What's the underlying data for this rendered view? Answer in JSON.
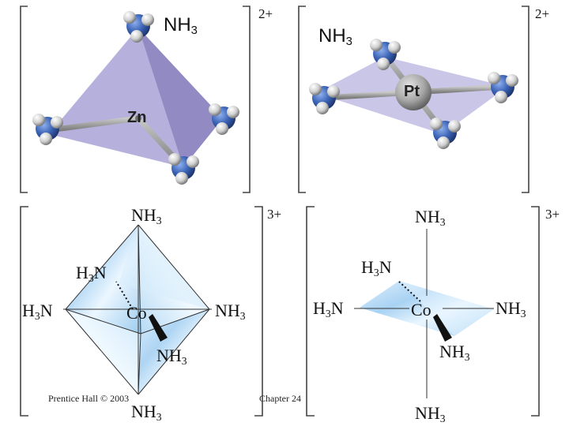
{
  "panels": {
    "tetrahedral": {
      "metal": "Zn",
      "ligand_top": {
        "main": "NH",
        "sub": "3"
      },
      "charge": "2+"
    },
    "square_planar": {
      "metal": "Pt",
      "ligand_topleft": {
        "main": "NH",
        "sub": "3"
      },
      "charge": "2+"
    },
    "octahedral_left": {
      "metal": "Co",
      "top": {
        "main": "NH",
        "sub": "3"
      },
      "back_left": {
        "pre": "H",
        "sub": "3",
        "post": "N"
      },
      "left": {
        "pre": "H",
        "sub": "3",
        "post": "N"
      },
      "right": {
        "main": "NH",
        "sub": "3"
      },
      "front": {
        "main": "NH",
        "sub": "3"
      },
      "bottom": {
        "main": "NH",
        "sub": "3"
      },
      "charge": "3+"
    },
    "octahedral_right": {
      "metal": "Co",
      "top": {
        "main": "NH",
        "sub": "3"
      },
      "back_left": {
        "pre": "H",
        "sub": "3",
        "post": "N"
      },
      "left": {
        "pre": "H",
        "sub": "3",
        "post": "N"
      },
      "right": {
        "main": "NH",
        "sub": "3"
      },
      "front": {
        "main": "NH",
        "sub": "3"
      },
      "bottom": {
        "main": "NH",
        "sub": "3"
      },
      "charge": "3+"
    }
  },
  "footer": {
    "left": "Prentice Hall © 2003",
    "center": "Chapter 24"
  },
  "colors": {
    "tetra_face": "#9c94cc",
    "planar_face": "#c4c0e6",
    "octa_face": "#a9d3f3",
    "nitrogen": "#3b63b5",
    "hydrogen": "#d9d9d9",
    "bond": "#9a9a9a"
  }
}
